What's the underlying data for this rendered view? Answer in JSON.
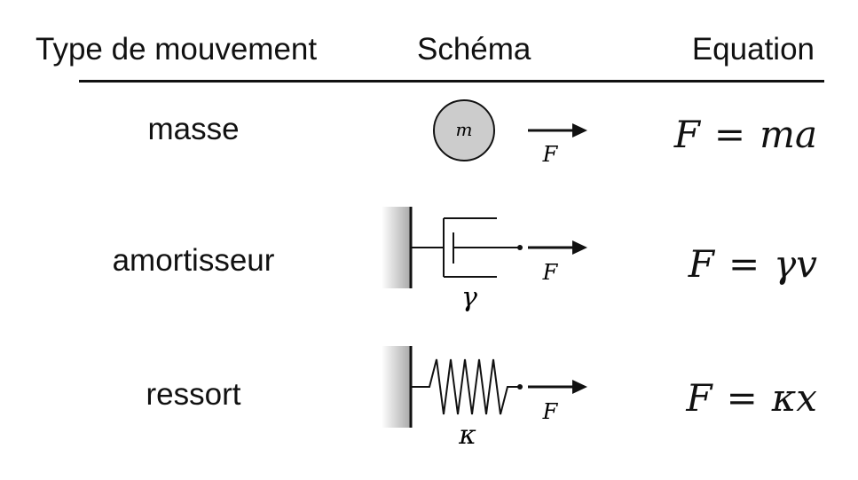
{
  "header": {
    "col_type": "Type de mouvement",
    "col_schema": "Schéma",
    "col_equation": "Equation"
  },
  "rows": [
    {
      "label": "masse",
      "schema": {
        "body_symbol": "m",
        "force_symbol": "F"
      },
      "equation": {
        "lhs": "F",
        "op": "=",
        "rhs": "ma"
      }
    },
    {
      "label": "amortisseur",
      "schema": {
        "param_symbol": "γ",
        "force_symbol": "F"
      },
      "equation": {
        "lhs": "F",
        "op": "=",
        "rhs": "γv"
      }
    },
    {
      "label": "ressort",
      "schema": {
        "param_symbol": "κ",
        "force_symbol": "F"
      },
      "equation": {
        "lhs": "F",
        "op": "=",
        "rhs": "κx"
      }
    }
  ],
  "colors": {
    "mass_fill": "#cccccc",
    "stroke": "#111111",
    "wall_gradient_dark": "#a8a8a8"
  }
}
